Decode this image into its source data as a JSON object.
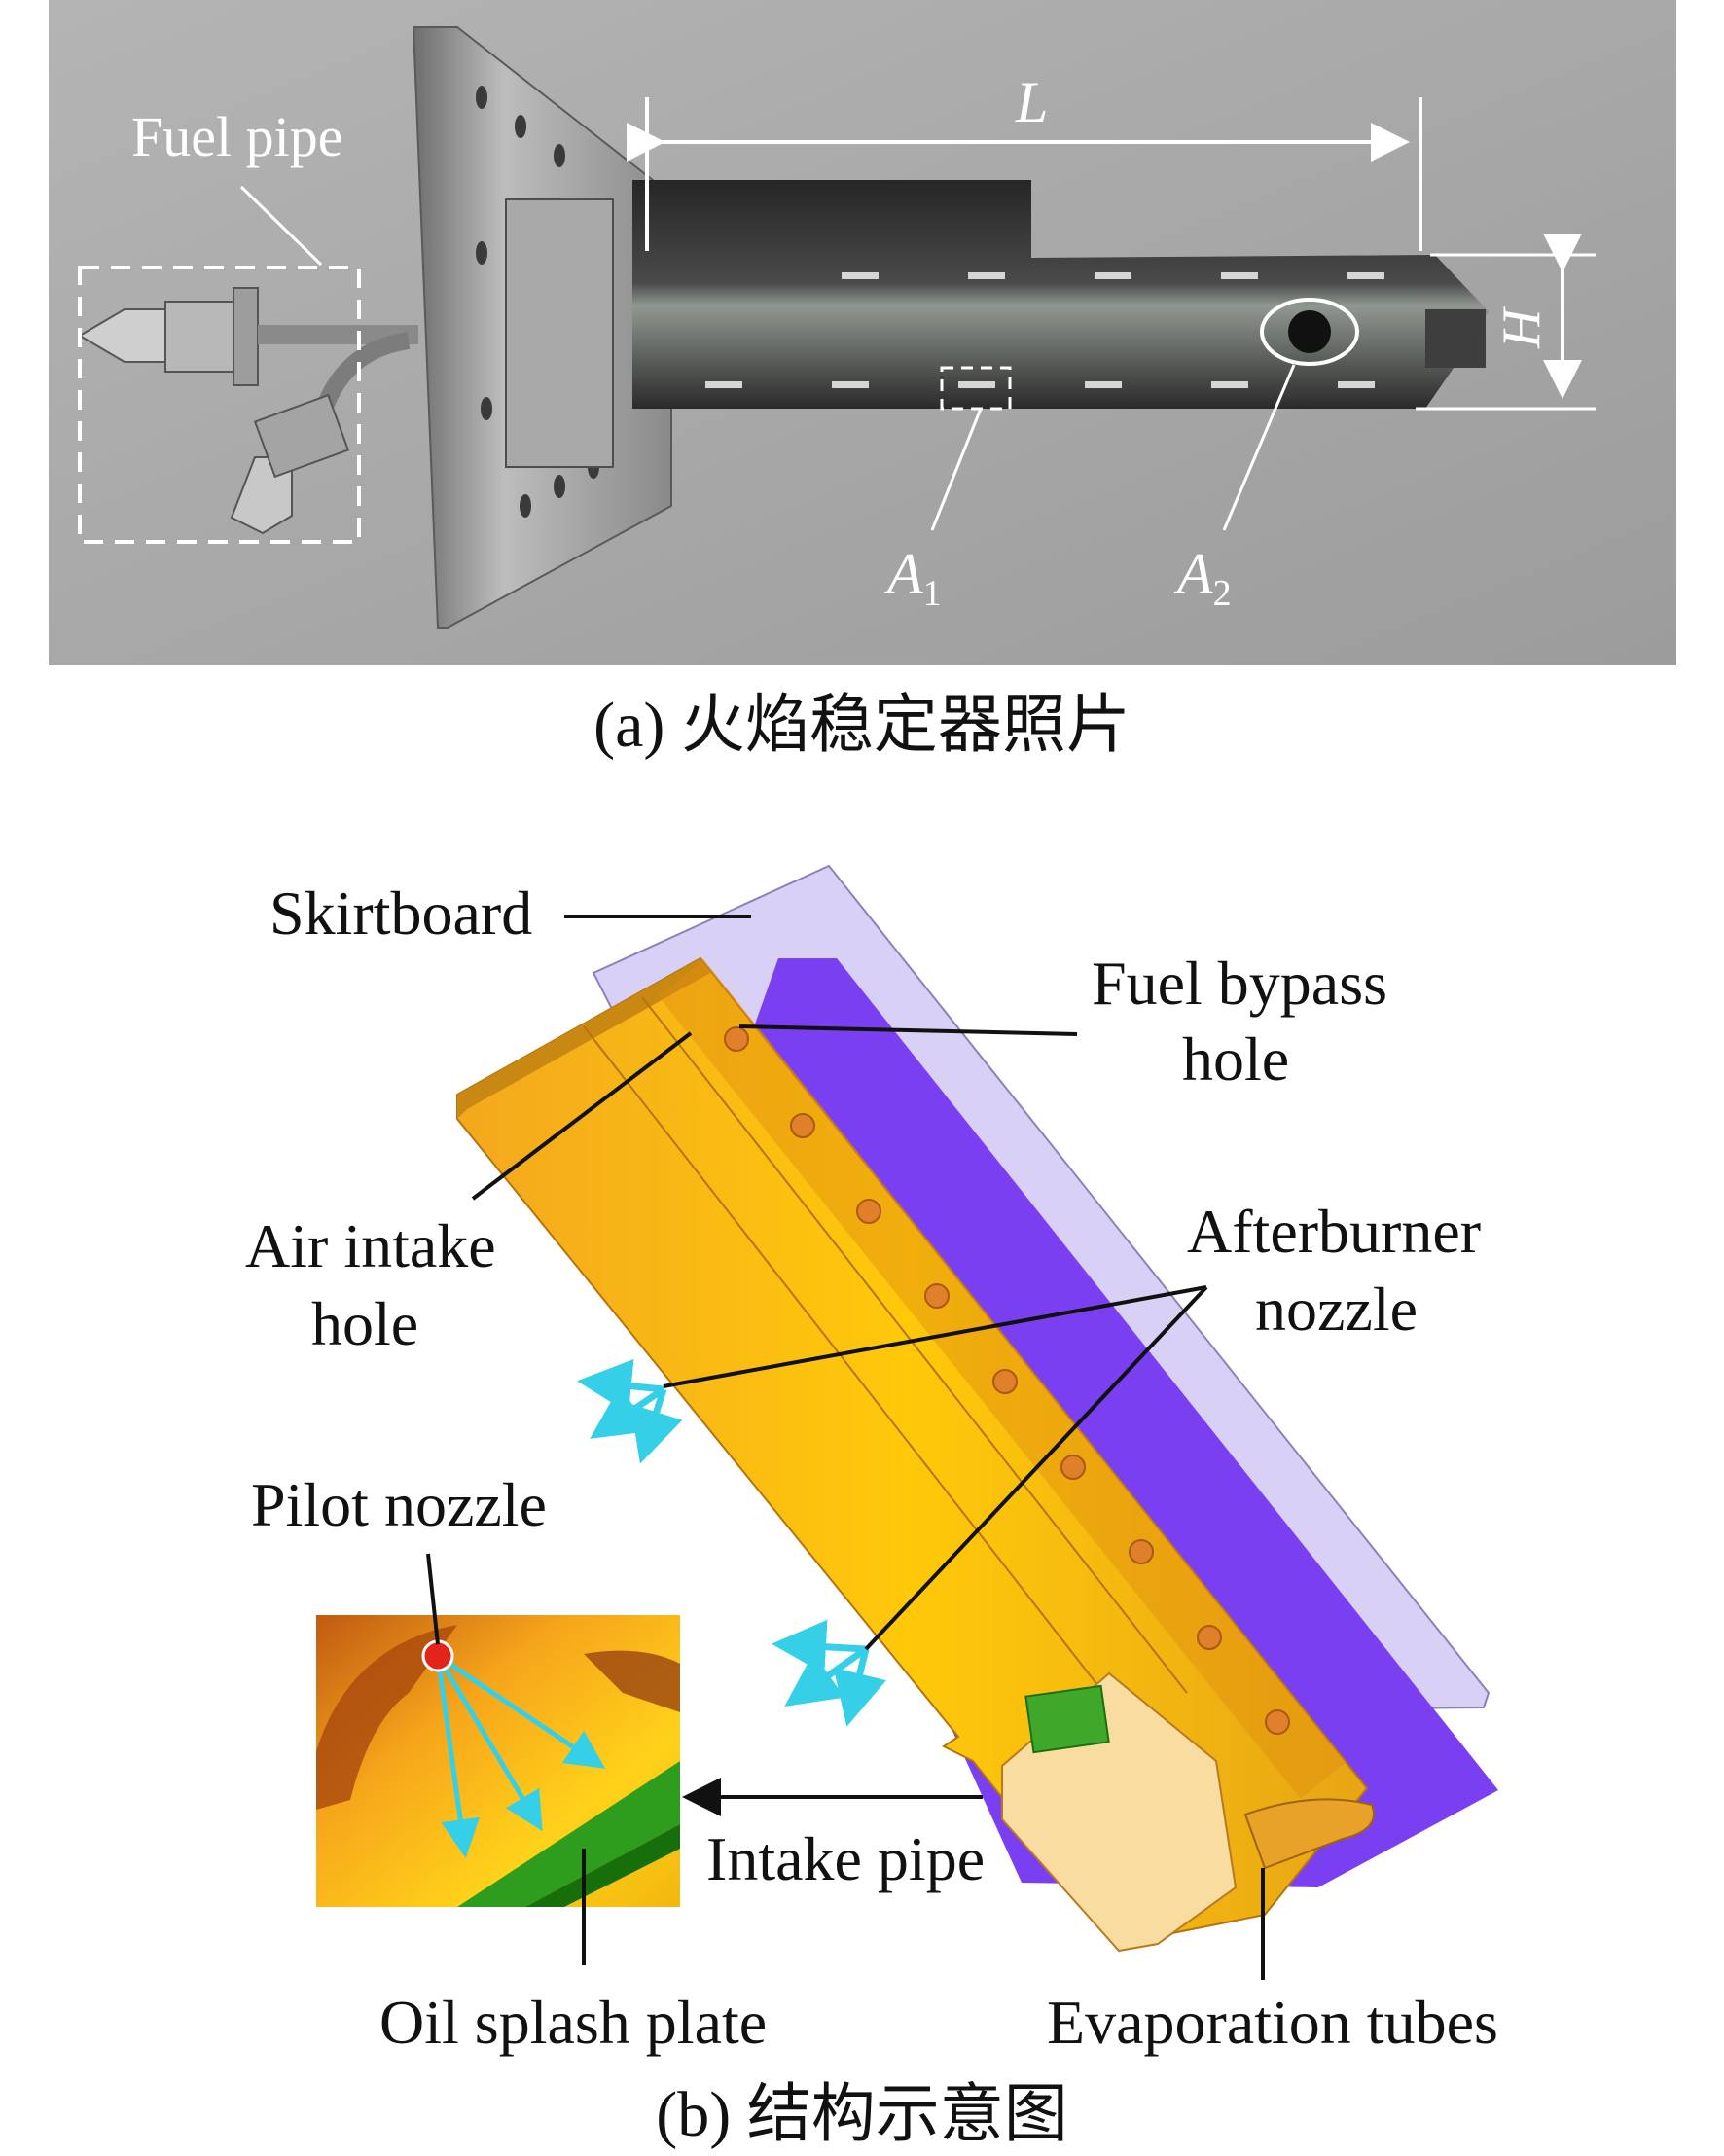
{
  "panel_a": {
    "caption": "(a) 火焰稳定器照片",
    "labels": {
      "fuel_pipe": "Fuel pipe",
      "length": "L",
      "height": "H",
      "a1": "A",
      "a1_sub": "1",
      "a2": "A",
      "a2_sub": "2"
    }
  },
  "panel_b": {
    "caption": "(b) 结构示意图",
    "labels": {
      "skirtboard": "Skirtboard",
      "fuel_bypass_line1": "Fuel bypass",
      "fuel_bypass_line2": "hole",
      "air_intake_line1": "Air intake",
      "air_intake_line2": "hole",
      "afterburner_line1": "Afterburner",
      "afterburner_line2": "nozzle",
      "pilot_nozzle": "Pilot nozzle",
      "intake_pipe": "Intake pipe",
      "oil_splash_plate": "Oil splash plate",
      "evaporation_tubes": "Evaporation tubes"
    }
  },
  "colors": {
    "photo_bg": "#a9a9a9",
    "plate_metal": "#9a9a9a",
    "tube_dark": "#3a3a3a",
    "body_gold": "#f5b800",
    "body_gold_dark": "#e09a1a",
    "skirt_purple": "#7b3ff2",
    "skirt_lavender": "#d6ccf4",
    "spray_cyan": "#35d0e8",
    "plate_green": "#2e9d1e",
    "pilot_red": "#e3241b"
  }
}
